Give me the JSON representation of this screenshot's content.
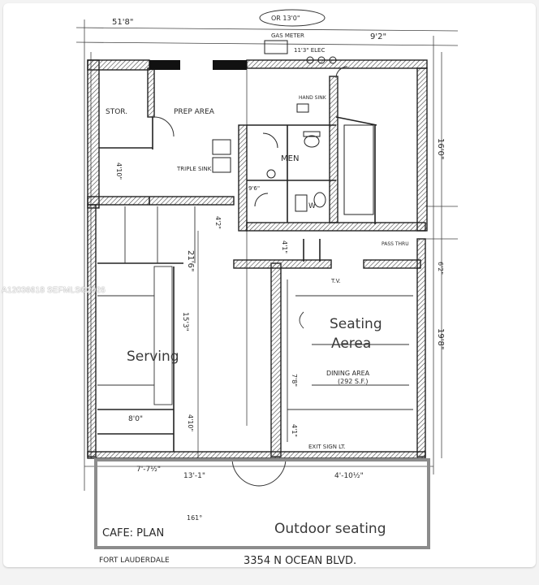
{
  "watermark": "A12036618   SEFMLS©2026",
  "plan": {
    "room_labels": {
      "seating_area_line1": "Seating",
      "seating_area_line2": "Aerea",
      "serving": "Serving",
      "outdoor_seating": "Outdoor seating"
    },
    "sketch_notes": {
      "top_left_dim": "51'8\"",
      "top_circle_note": "OR 13'0\"",
      "gas_meter": "GAS METER",
      "elec_note": "11'3\" ELEC",
      "top_right_dim": "9'2\"",
      "stor": "STOR.",
      "prep_area": "PREP AREA",
      "hand_sink": "HAND SINK",
      "men": "MEN",
      "triple_sink": "TRIPLE SINK",
      "w": "W",
      "left_dim_4_10": "4'10\"",
      "dim_9_6": "9'6\"",
      "dim_4_2": "4'2\"",
      "right_dim_16_0": "16'0\"",
      "dim_4_1": "4'1\"",
      "pass_thru": "PASS THRU",
      "dim_21_6": "21'6\"",
      "dim_15_3": "15'3\"",
      "dim_8_0": "8'0\"",
      "dim_4_10b": "4'10\"",
      "dim_6_2": "6'2\"",
      "dim_19_8": "19'8\"",
      "dining_area": "DINING AREA",
      "dining_sqft": "(292 S.F.)",
      "dim_7_8": "7'8\"",
      "exit_sign": "EXIT SIGN LT.",
      "dim_4_1b": "4'1\"",
      "tv": "T.V.",
      "bottom_dim_7_7": "7'-7½\"",
      "bottom_dim_13_1": "13'-1\"",
      "bottom_dim_4_10": "4'-10½\"",
      "cafe_plan": "CAFE: PLAN",
      "scale_note": "161°",
      "fort_lauderdale": "FORT LAUDERDALE",
      "address": "3354 N OCEAN BLVD."
    }
  },
  "colors": {
    "ink": "#2a2a2a",
    "outdoor_outline": "#8c8c8c",
    "label": "#3a3a3a"
  }
}
